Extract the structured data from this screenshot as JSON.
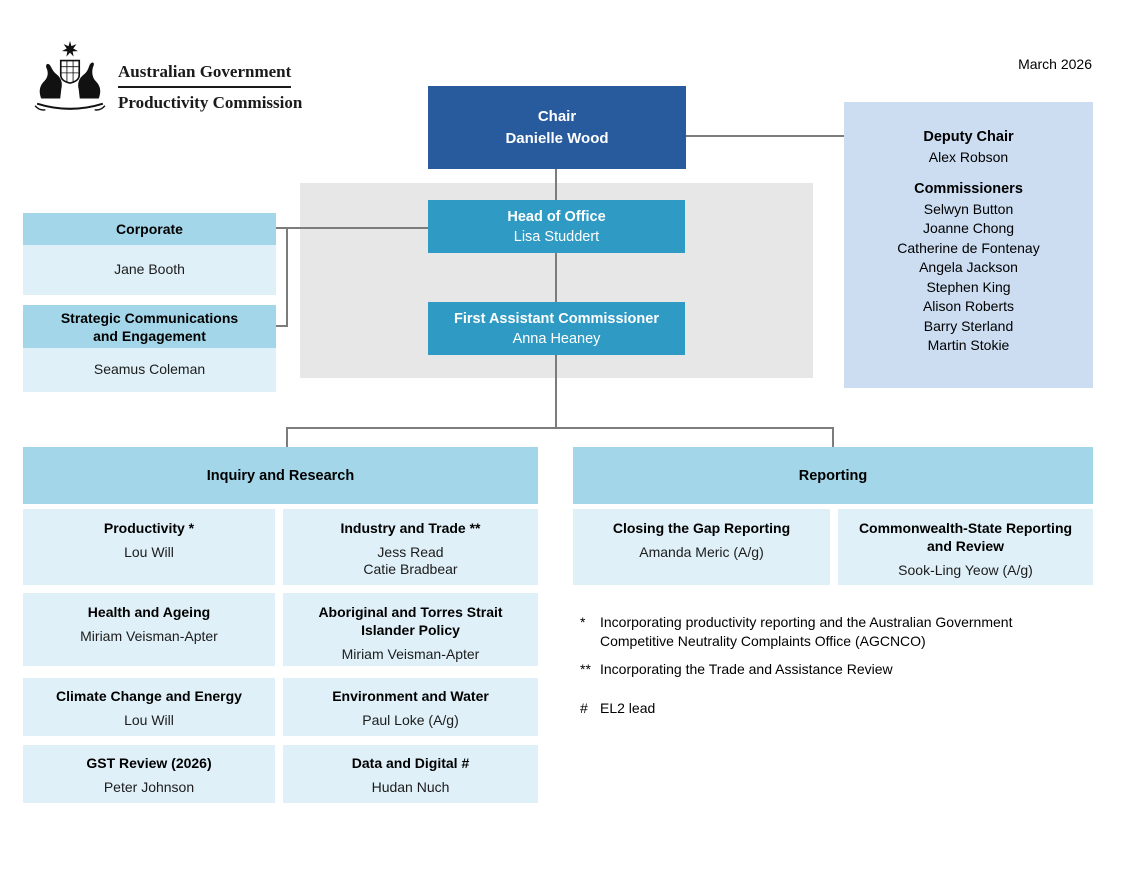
{
  "meta": {
    "date": "March 2026"
  },
  "logo": {
    "line1": "Australian Government",
    "line2": "Productivity Commission",
    "crest_name": "australian-coat-of-arms"
  },
  "chair": {
    "title": "Chair",
    "name": "Danielle Wood"
  },
  "head_of_office": {
    "title": "Head of Office",
    "name": "Lisa Studdert"
  },
  "first_assistant_commissioner": {
    "title": "First Assistant Commissioner",
    "name": "Anna Heaney"
  },
  "deputy_panel": {
    "deputy_chair_title": "Deputy Chair",
    "deputy_chair_name": "Alex Robson",
    "commissioners_title": "Commissioners",
    "commissioners": [
      "Selwyn Button",
      "Joanne Chong",
      "Catherine de Fontenay",
      "Angela Jackson",
      "Stephen King",
      "Alison Roberts",
      "Barry Sterland",
      "Martin Stokie"
    ]
  },
  "left_units": [
    {
      "title": "Corporate",
      "names": [
        "Jane Booth"
      ]
    },
    {
      "title": "Strategic Communications and Engagement",
      "names": [
        "Seamus Coleman"
      ]
    }
  ],
  "inquiry_research": {
    "title": "Inquiry and Research",
    "units": [
      {
        "title": "Productivity *",
        "names": [
          "Lou Will"
        ]
      },
      {
        "title": "Industry and Trade **",
        "names": [
          "Jess Read",
          "Catie Bradbear"
        ]
      },
      {
        "title": "Health and Ageing",
        "names": [
          "Miriam Veisman-Apter"
        ]
      },
      {
        "title": "Aboriginal and Torres Strait Islander Policy",
        "names": [
          "Miriam Veisman-Apter"
        ]
      },
      {
        "title": "Climate Change and Energy",
        "names": [
          "Lou Will"
        ]
      },
      {
        "title": "Environment and Water",
        "names": [
          "Paul Loke (A/g)"
        ]
      },
      {
        "title": "GST Review (2026)",
        "names": [
          "Peter Johnson"
        ]
      },
      {
        "title": "Data and Digital #",
        "names": [
          "Hudan Nuch"
        ]
      }
    ]
  },
  "reporting": {
    "title": "Reporting",
    "units": [
      {
        "title": "Closing the Gap Reporting",
        "names": [
          "Amanda Meric (A/g)"
        ]
      },
      {
        "title": "Commonwealth-State Reporting and Review",
        "names": [
          "Sook-Ling Yeow (A/g)"
        ]
      }
    ]
  },
  "footnotes": [
    {
      "marker": "*",
      "text": "Incorporating productivity reporting and the Australian Government Competitive Neutrality Complaints Office (AGCNCO)"
    },
    {
      "marker": "**",
      "text": "Incorporating the Trade and Assistance Review"
    },
    {
      "marker": "#",
      "text": "EL2 lead"
    }
  ],
  "colors": {
    "chair_bg": "#285A9E",
    "teal_bg": "#2F9AC4",
    "header_bg": "#A4D6E9",
    "cell_bg": "#DFF0F8",
    "deputy_bg": "#CCDDF2",
    "gray_panel": "#E7E7E7",
    "line": "#7C7C7C"
  }
}
